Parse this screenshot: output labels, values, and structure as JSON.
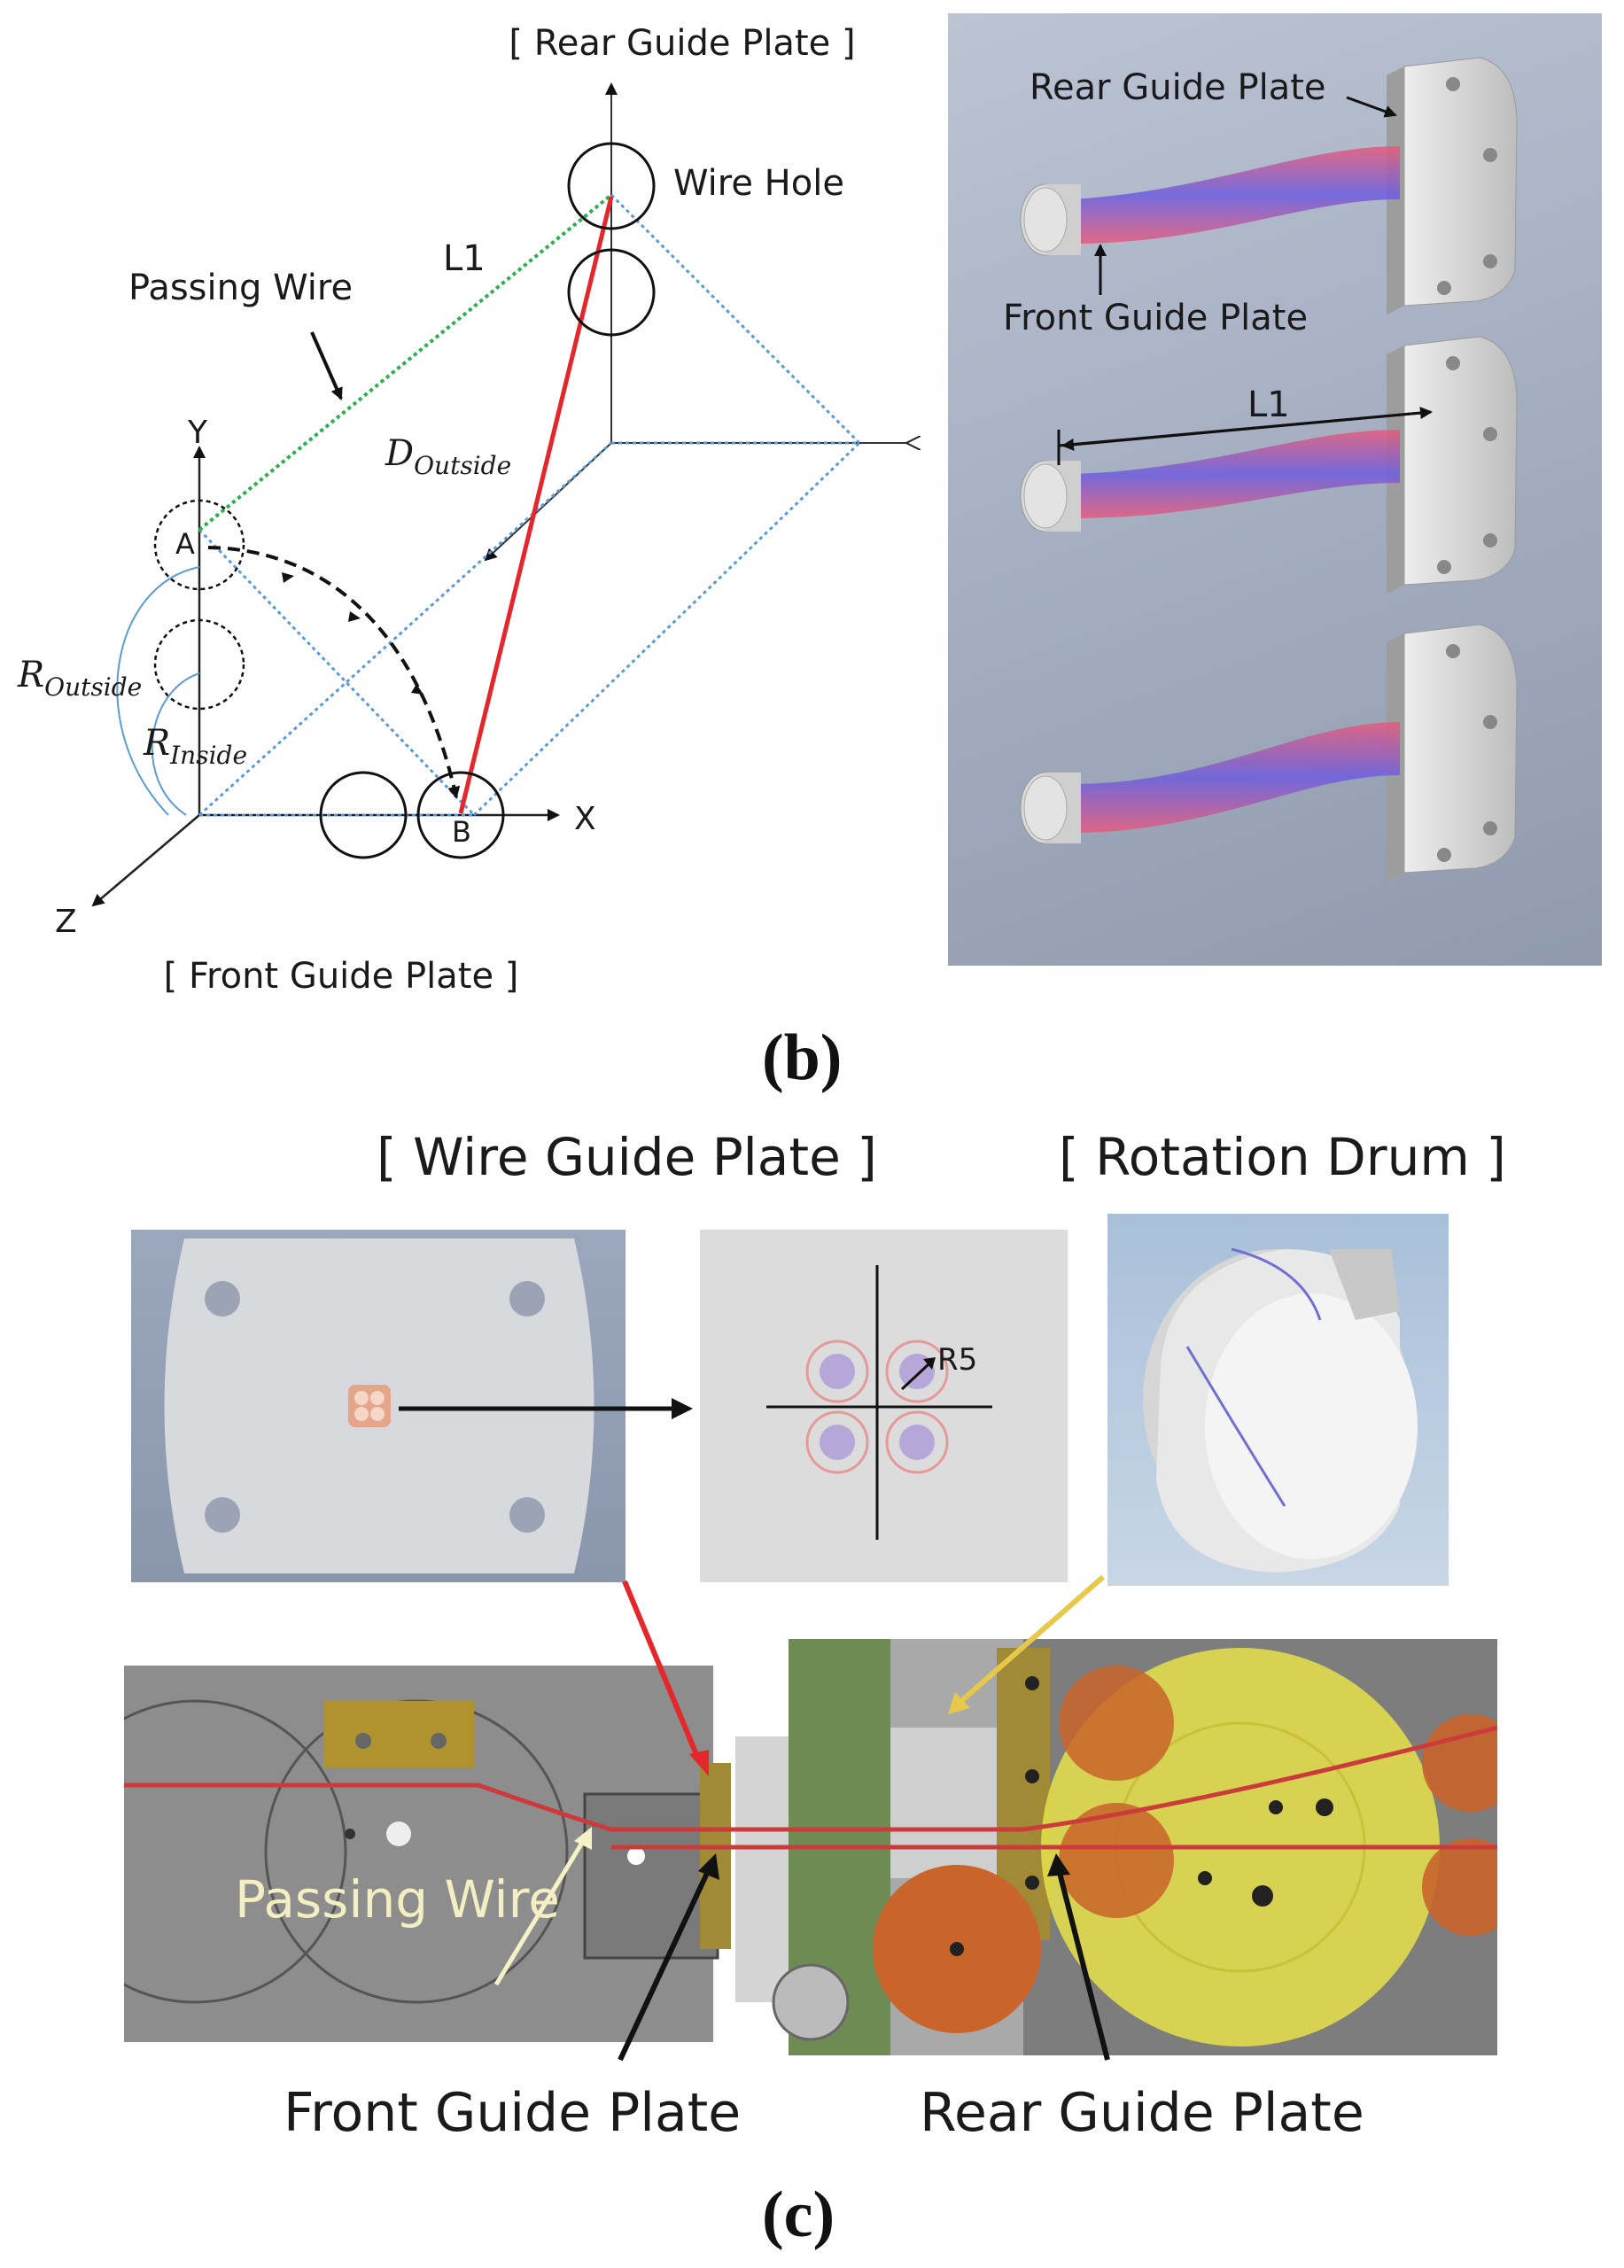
{
  "panel_b": {
    "letter": "(b)",
    "schematic": {
      "top_title": "[ Rear Guide Plate ]",
      "bottom_title": "[ Front Guide Plate ]",
      "wire_hole": "Wire Hole",
      "l1": "L1",
      "passing_wire": "Passing Wire",
      "axis_x": "X",
      "axis_y": "Y",
      "axis_z": "Z",
      "point_a": "A",
      "point_b": "B",
      "d_outside": {
        "base": "D",
        "sub": "Outside"
      },
      "r_outside": {
        "base": "R",
        "sub": "Outside"
      },
      "r_inside": {
        "base": "R",
        "sub": "Inside"
      }
    },
    "render": {
      "rear_label": "Rear Guide Plate",
      "front_label": "Front Guide Plate",
      "l1": "L1"
    }
  },
  "panel_c": {
    "letter": "(c)",
    "wire_guide_title": "[ Wire Guide Plate ]",
    "rotation_drum_title": "[ Rotation Drum ]",
    "r5": "R5",
    "passing_wire": "Passing Wire",
    "front_label": "Front Guide Plate",
    "rear_label": "Rear Guide Plate"
  },
  "colors": {
    "wire_red": "#e5262a",
    "dotted_green": "#2bb24c",
    "dotted_blue": "#5b9bd5",
    "render_bg": "#a7b2c4",
    "plate_gray": "#d0d0d0",
    "machine_gray": "#8a8a8a",
    "drum_yellow": "#e6e04a",
    "roller_orange": "#c9642a"
  }
}
